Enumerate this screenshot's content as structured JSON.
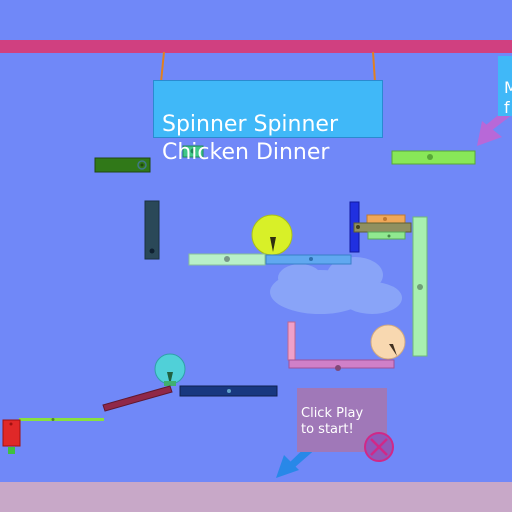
{
  "title": {
    "text": "Spinner Spinner\nChicken Dinner"
  },
  "hint": {
    "text": "Click Play\nto start!"
  },
  "side_panel": {
    "text": "M\nf"
  },
  "colors": {
    "background": "#7088f8",
    "top_bar": "#d04080",
    "floor": "#c8a8c8",
    "title_panel": "#40b8f8",
    "hint_panel": "#a078b8",
    "arrow_blue": "#2888e8",
    "arrow_purple": "#b868d8"
  }
}
